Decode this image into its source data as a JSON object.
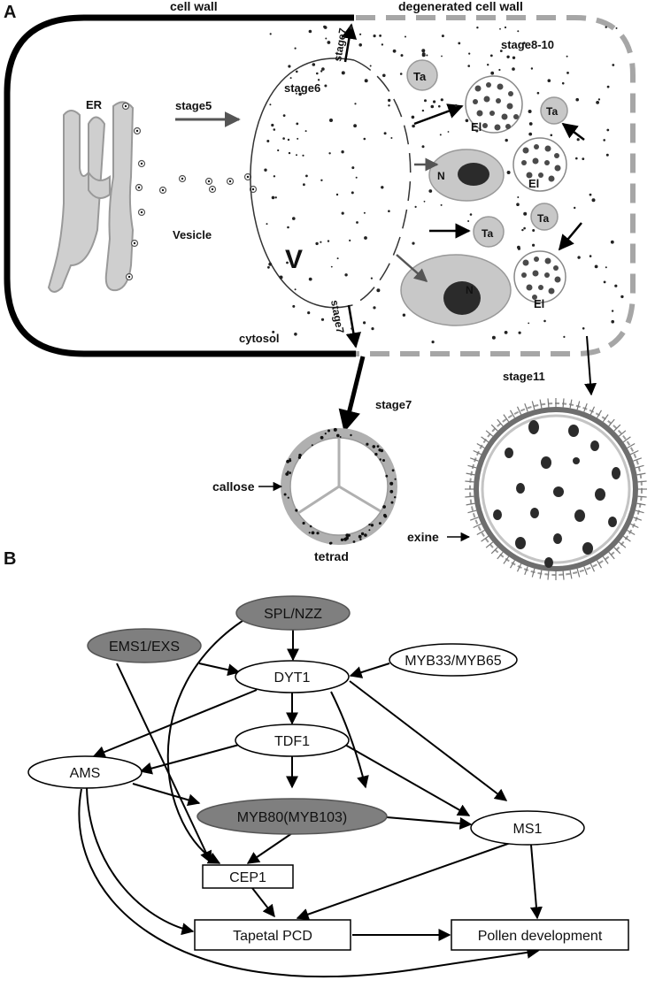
{
  "panel_a": {
    "panel_label": "A",
    "top_labels": {
      "cell_wall": "cell wall",
      "degenerated_cell_wall": "degenerated cell wall"
    },
    "stage_labels": {
      "stage5": "stage5",
      "stage6": "stage6",
      "stage7_top": "stage7",
      "stage7_bottom": "stage7",
      "stage7_tetrad": "stage7",
      "stage8_10": "stage8-10",
      "stage11": "stage11"
    },
    "organelle_labels": {
      "er": "ER",
      "vesicle": "Vesicle",
      "vacuole": "V",
      "cytosol": "cytosol",
      "ta_1": "Ta",
      "ta_2": "Ta",
      "ta_3": "Ta",
      "ta_4": "Ta",
      "el_1": "El",
      "el_2": "El",
      "el_3": "El",
      "n_1": "N",
      "n_2": "N"
    },
    "structure_labels": {
      "callose": "callose",
      "tetrad": "tetrad",
      "exine": "exine"
    },
    "colors": {
      "cell_wall": "#000000",
      "degenerated_wall": "#a6a6a6",
      "organelle_fill": "#c8c8c8",
      "nucleus_fill": "#2b2b2b",
      "dot": "#222222"
    }
  },
  "panel_b": {
    "panel_label": "B",
    "nodes": {
      "spl_nzz": "SPL/NZZ",
      "ems1_exs": "EMS1/EXS",
      "dyt1": "DYT1",
      "myb33_myb65": "MYB33/MYB65",
      "tdf1": "TDF1",
      "ams": "AMS",
      "myb80": "MYB80(MYB103)",
      "ms1": "MS1",
      "cep1": "CEP1",
      "tapetal_pcd": "Tapetal PCD",
      "pollen_development": "Pollen development"
    },
    "colors": {
      "highlight_node": "#7f7f7f",
      "plain_node": "#ffffff",
      "edge": "#000000"
    }
  }
}
